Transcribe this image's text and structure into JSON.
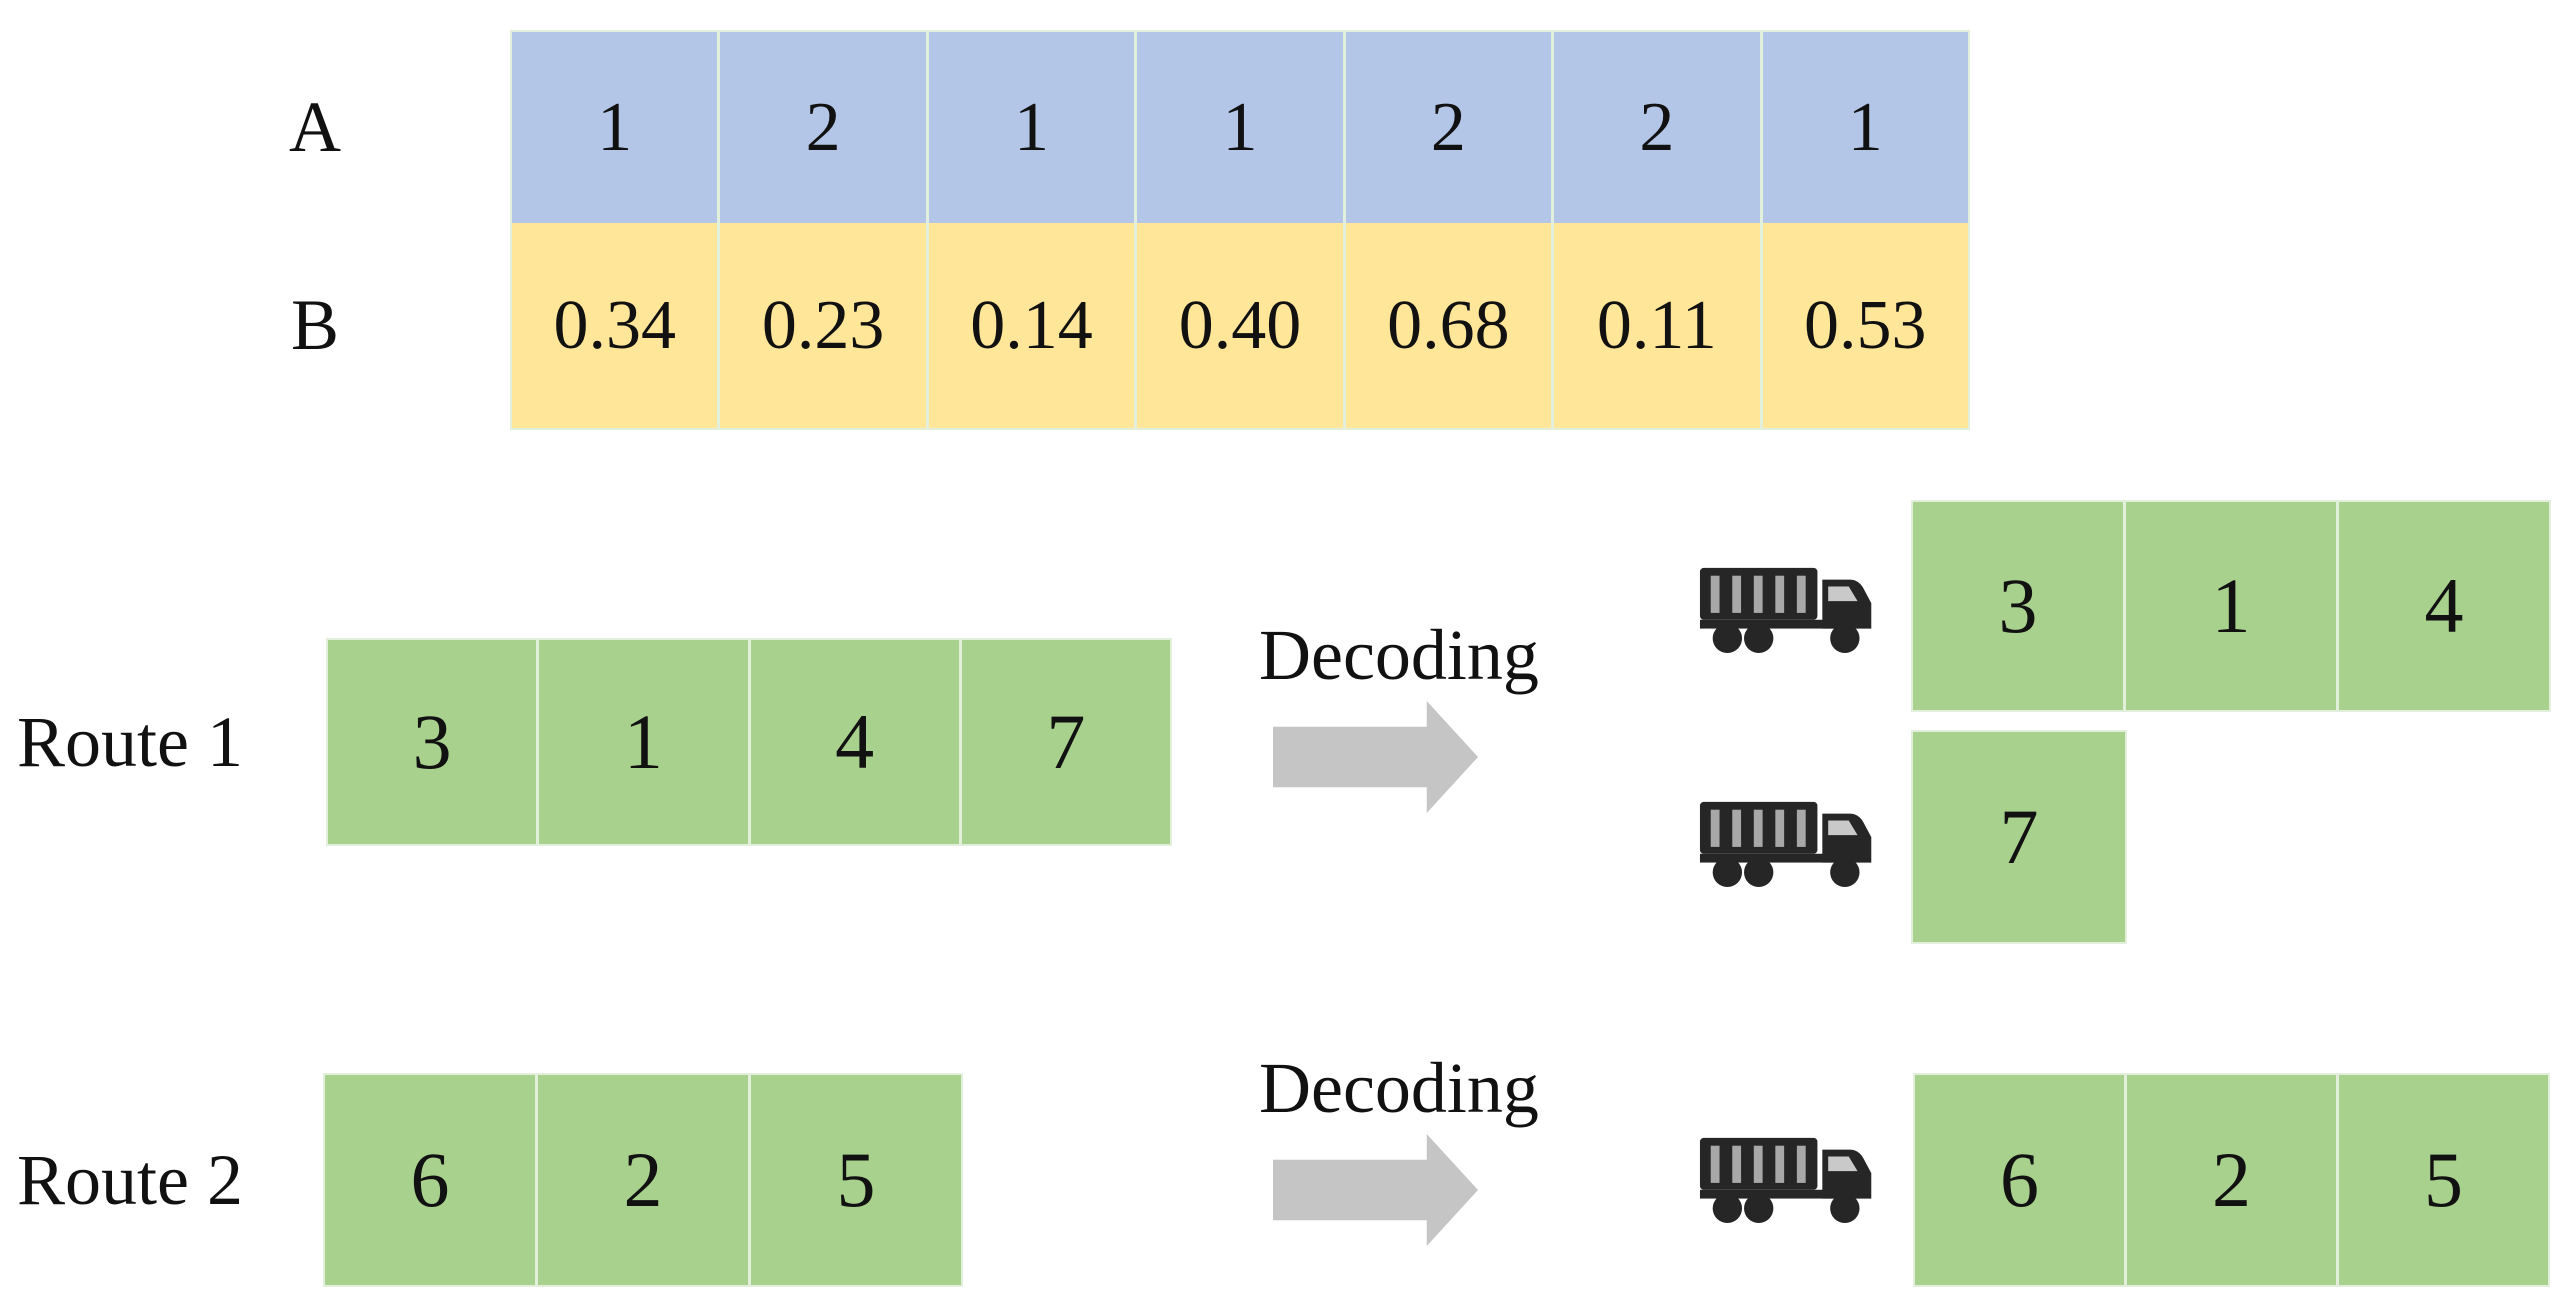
{
  "colors": {
    "row_a_fill": "#b4c6e7",
    "row_b_fill": "#ffe699",
    "route_fill": "#a9d18e",
    "arrow_fill": "#c5c5c5",
    "truck_color": "#262626",
    "divider": "#e2efda"
  },
  "encoding_table": {
    "row_a": {
      "label": "A",
      "values": [
        "1",
        "2",
        "1",
        "1",
        "2",
        "2",
        "1"
      ]
    },
    "row_b": {
      "label": "B",
      "values": [
        "0.34",
        "0.23",
        "0.14",
        "0.40",
        "0.68",
        "0.11",
        "0.53"
      ]
    }
  },
  "route1": {
    "label": "Route 1",
    "values": [
      "3",
      "1",
      "4",
      "7"
    ],
    "decoding_label": "Decoding",
    "decoded": [
      {
        "truck": "truck-icon",
        "cells": [
          "3",
          "1",
          "4"
        ]
      },
      {
        "truck": "truck-icon",
        "cells": [
          "7"
        ]
      }
    ]
  },
  "route2": {
    "label": "Route 2",
    "values": [
      "6",
      "2",
      "5"
    ],
    "decoding_label": "Decoding",
    "decoded": [
      {
        "truck": "truck-icon",
        "cells": [
          "6",
          "2",
          "5"
        ]
      }
    ]
  }
}
